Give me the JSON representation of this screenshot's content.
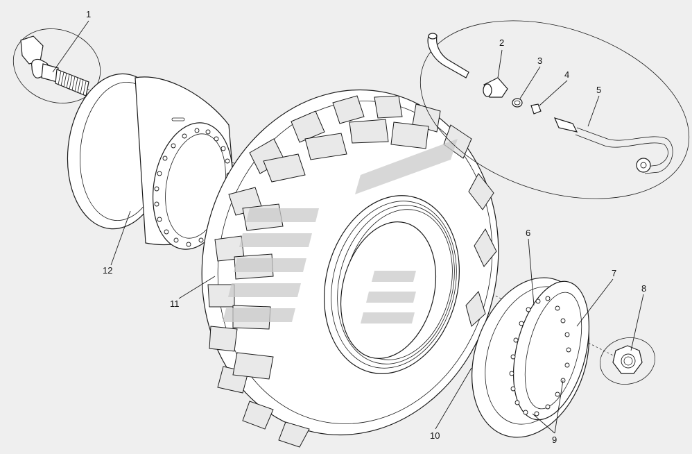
{
  "callouts": [
    {
      "id": "1",
      "label": "1"
    },
    {
      "id": "2",
      "label": "2"
    },
    {
      "id": "3",
      "label": "3"
    },
    {
      "id": "4",
      "label": "4"
    },
    {
      "id": "5",
      "label": "5"
    },
    {
      "id": "6",
      "label": "6"
    },
    {
      "id": "7",
      "label": "7"
    },
    {
      "id": "8",
      "label": "8"
    },
    {
      "id": "9",
      "label": "9"
    },
    {
      "id": "10",
      "label": "10"
    },
    {
      "id": "11",
      "label": "11"
    },
    {
      "id": "12",
      "label": "12"
    }
  ],
  "colors": {
    "background": "#efefef",
    "line": "#1a1a1a",
    "watermark": "#c9c9c9"
  }
}
